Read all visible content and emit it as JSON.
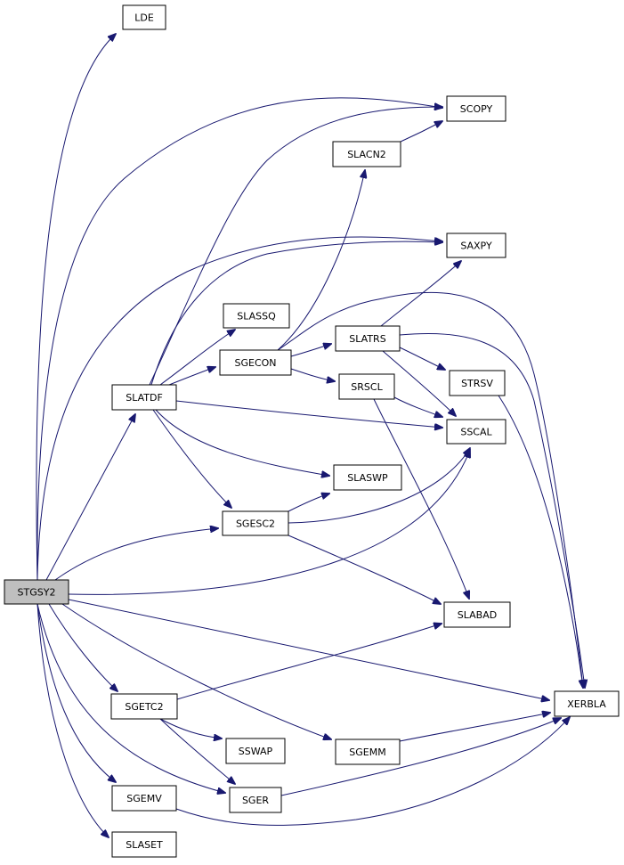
{
  "colors": {
    "edge": "#191970",
    "root_fill": "#bfbfbf",
    "node_fill": "#ffffff",
    "node_border": "#000000"
  },
  "nodes": [
    {
      "id": "stgsy2",
      "label": "STGSY2",
      "root": true
    },
    {
      "id": "lde",
      "label": "LDE"
    },
    {
      "id": "scopy",
      "label": "SCOPY"
    },
    {
      "id": "slacn2",
      "label": "SLACN2"
    },
    {
      "id": "saxpy",
      "label": "SAXPY"
    },
    {
      "id": "slassq",
      "label": "SLASSQ"
    },
    {
      "id": "slatrs",
      "label": "SLATRS"
    },
    {
      "id": "sgecon",
      "label": "SGECON"
    },
    {
      "id": "strsv",
      "label": "STRSV"
    },
    {
      "id": "slatdf",
      "label": "SLATDF"
    },
    {
      "id": "srscl",
      "label": "SRSCL"
    },
    {
      "id": "sscal",
      "label": "SSCAL"
    },
    {
      "id": "slaswp",
      "label": "SLASWP"
    },
    {
      "id": "sgesc2",
      "label": "SGESC2"
    },
    {
      "id": "slabad",
      "label": "SLABAD"
    },
    {
      "id": "xerbla",
      "label": "XERBLA"
    },
    {
      "id": "sgetc2",
      "label": "SGETC2"
    },
    {
      "id": "sswap",
      "label": "SSWAP"
    },
    {
      "id": "sgemm",
      "label": "SGEMM"
    },
    {
      "id": "sgemv",
      "label": "SGEMV"
    },
    {
      "id": "sger",
      "label": "SGER"
    },
    {
      "id": "slaset",
      "label": "SLASET"
    }
  ],
  "edges": [
    [
      "stgsy2",
      "lde"
    ],
    [
      "stgsy2",
      "scopy"
    ],
    [
      "stgsy2",
      "saxpy"
    ],
    [
      "stgsy2",
      "slatdf"
    ],
    [
      "stgsy2",
      "sgesc2"
    ],
    [
      "stgsy2",
      "sscal"
    ],
    [
      "stgsy2",
      "xerbla"
    ],
    [
      "stgsy2",
      "sgetc2"
    ],
    [
      "stgsy2",
      "sgemm"
    ],
    [
      "stgsy2",
      "sger"
    ],
    [
      "stgsy2",
      "sgemv"
    ],
    [
      "stgsy2",
      "slaset"
    ],
    [
      "slacn2",
      "scopy"
    ],
    [
      "slatdf",
      "scopy"
    ],
    [
      "slatdf",
      "saxpy"
    ],
    [
      "slatdf",
      "slassq"
    ],
    [
      "slatdf",
      "sgecon"
    ],
    [
      "slatdf",
      "sscal"
    ],
    [
      "slatdf",
      "slaswp"
    ],
    [
      "slatdf",
      "sgesc2"
    ],
    [
      "sgecon",
      "slacn2"
    ],
    [
      "sgecon",
      "xerbla"
    ],
    [
      "sgecon",
      "slatrs"
    ],
    [
      "sgecon",
      "srscl"
    ],
    [
      "slatrs",
      "saxpy"
    ],
    [
      "slatrs",
      "xerbla"
    ],
    [
      "slatrs",
      "strsv"
    ],
    [
      "slatrs",
      "sscal"
    ],
    [
      "strsv",
      "xerbla"
    ],
    [
      "srscl",
      "sscal"
    ],
    [
      "srscl",
      "slabad"
    ],
    [
      "sgesc2",
      "slaswp"
    ],
    [
      "sgesc2",
      "sscal"
    ],
    [
      "sgesc2",
      "slabad"
    ],
    [
      "sgetc2",
      "slabad"
    ],
    [
      "sgetc2",
      "sswap"
    ],
    [
      "sgetc2",
      "sger"
    ],
    [
      "sgemm",
      "xerbla"
    ],
    [
      "sger",
      "xerbla"
    ],
    [
      "sgemv",
      "xerbla"
    ]
  ]
}
